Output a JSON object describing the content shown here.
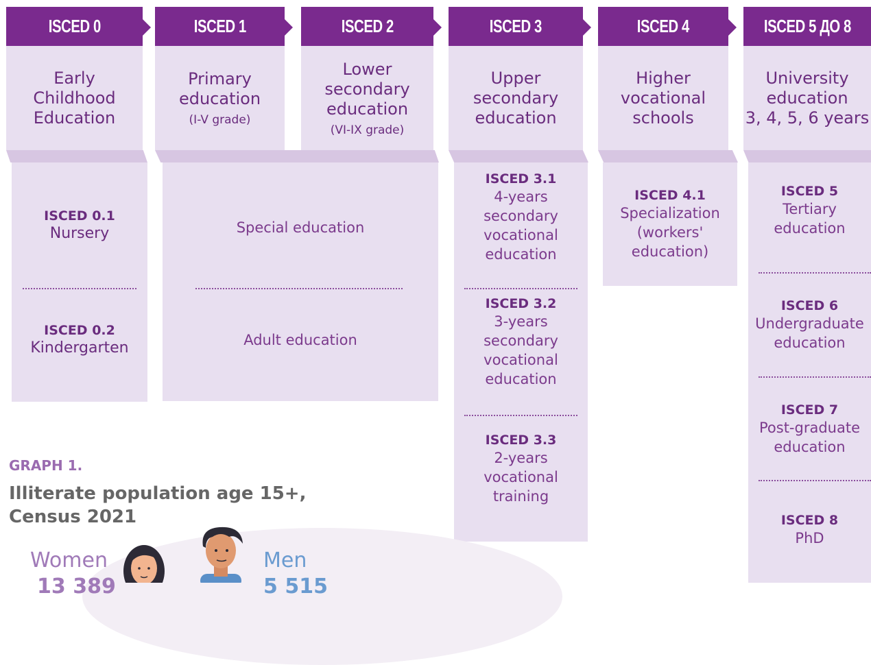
{
  "levels": [
    {
      "header": "ISCED 0",
      "title": "Early\nChildhood\nEducation",
      "sub": ""
    },
    {
      "header": "ISCED 1",
      "title": "Primary\neducation",
      "sub": "(I-V grade)"
    },
    {
      "header": "ISCED 2",
      "title": "Lower\nsecondary\neducation",
      "sub": "(VI-IX grade)"
    },
    {
      "header": "ISCED 3",
      "title": "Upper\nsecondary\neducation",
      "sub": ""
    },
    {
      "header": "ISCED 4",
      "title": "Higher\nvocational\nschools",
      "sub": ""
    },
    {
      "header": "ISCED 5 ДО 8",
      "title": "University\neducation\n3, 4, 5, 6 years",
      "sub": ""
    }
  ],
  "isced0": [
    {
      "code": "ISCED 0.1",
      "desc": "Nursery"
    },
    {
      "code": "ISCED 0.2",
      "desc": "Kindergarten"
    }
  ],
  "isced12": [
    {
      "desc": "Special education"
    },
    {
      "desc": "Adult education"
    }
  ],
  "isced3": [
    {
      "code": "ISCED 3.1",
      "desc": "4-years\nsecondary\nvocational\neducation"
    },
    {
      "code": "ISCED 3.2",
      "desc": "3-years\nsecondary\nvocational\neducation"
    },
    {
      "code": "ISCED 3.3",
      "desc": "2-years\nvocational\ntraining"
    }
  ],
  "isced4": [
    {
      "code": "ISCED 4.1",
      "desc": "Specialization\n(workers'\neducation)"
    }
  ],
  "isced58": [
    {
      "code": "ISCED 5",
      "desc": "Tertiary\neducation"
    },
    {
      "code": "ISCED 6",
      "desc": "Undergraduate\neducation"
    },
    {
      "code": "ISCED 7",
      "desc": "Post-graduate\neducation"
    },
    {
      "code": "ISCED 8",
      "desc": "PhD"
    }
  ],
  "graph": {
    "label": "GRAPH 1.",
    "title": "Illiterate population age 15+,\nCensus 2021",
    "women_label": "Women",
    "women_value": "13 389",
    "men_label": "Men",
    "men_value": "5 515"
  },
  "colors": {
    "header": "#7a2a8e",
    "card": "#e8dff0",
    "band": "#d7c6e2",
    "women": "#a07ab8",
    "men": "#6a9bd0"
  }
}
